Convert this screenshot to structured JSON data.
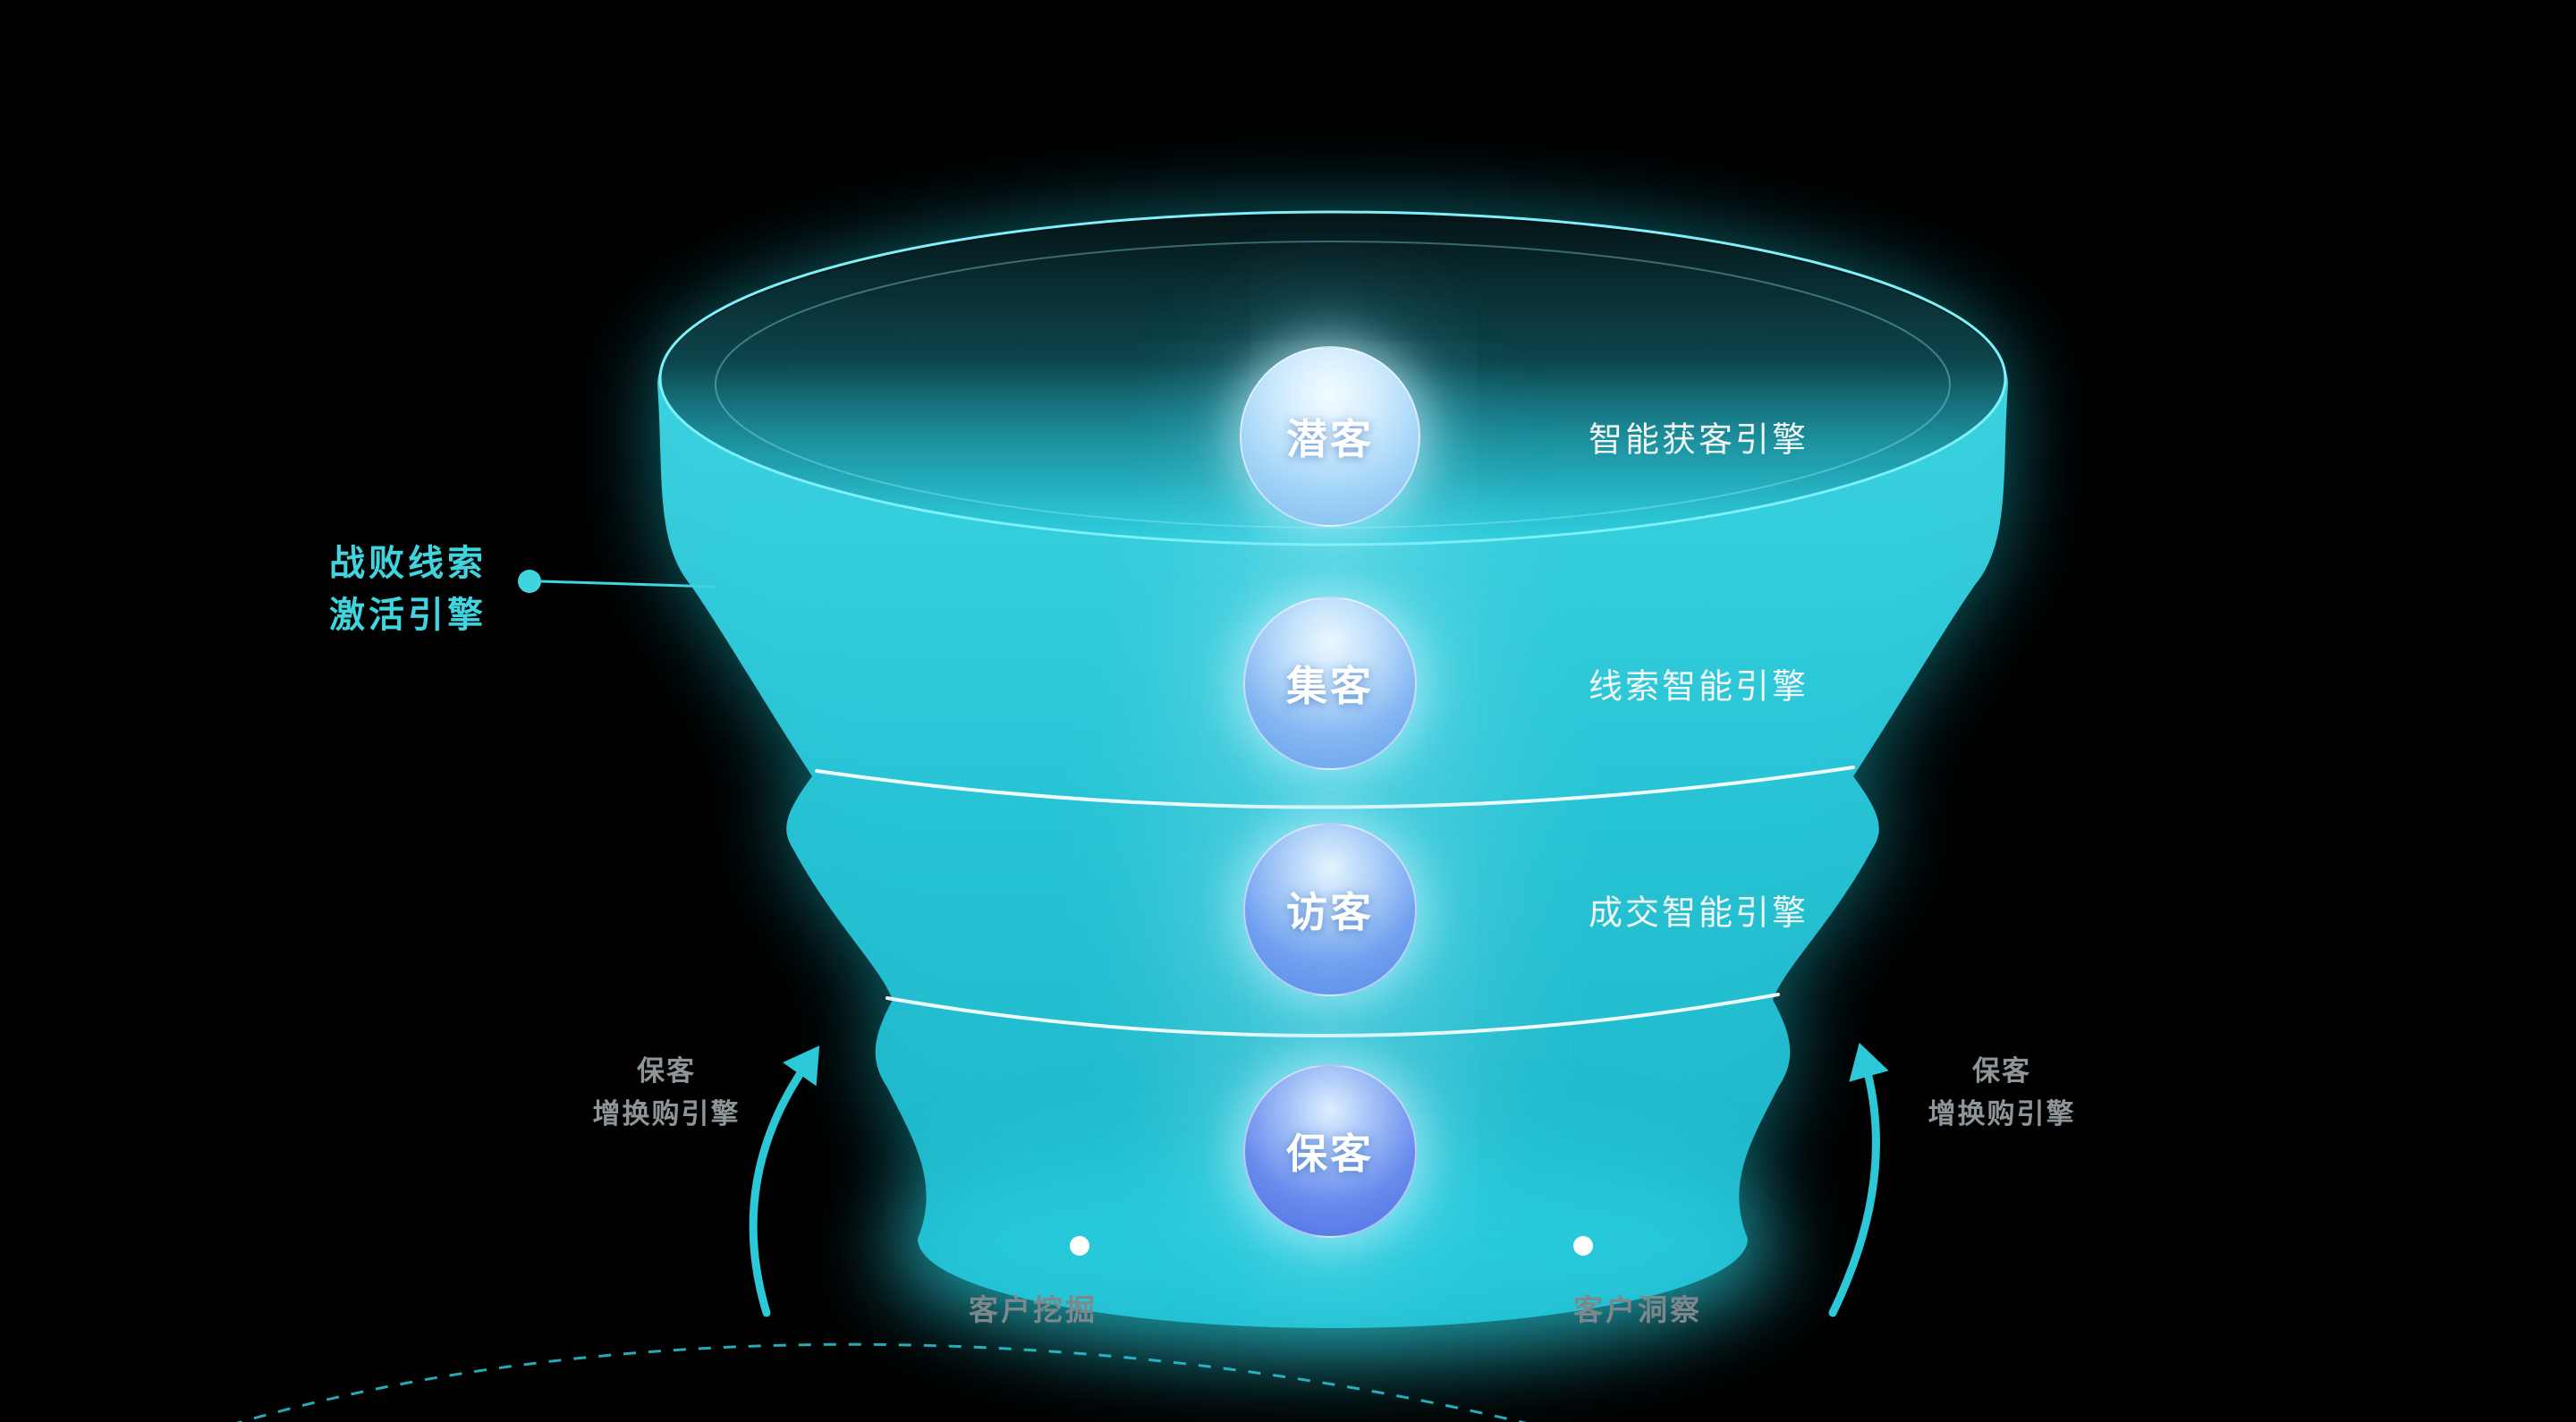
{
  "colors": {
    "background": "#000000",
    "funnel_cyan": "#2ac9da",
    "rim_stroke": "#7df0fa",
    "accent_text": "#3fd4de",
    "gray_text": "#8d9599",
    "white": "#ffffff"
  },
  "stages": [
    {
      "label": "潜客",
      "engine": "智能获客引擎"
    },
    {
      "label": "集客",
      "engine": "线索智能引擎"
    },
    {
      "label": "访客",
      "engine": "成交智能引擎"
    },
    {
      "label": "保客"
    }
  ],
  "callouts": {
    "lost_leads": {
      "line1": "战败线索",
      "line2": "激活引擎"
    },
    "retention_left": {
      "line1": "保客",
      "line2": "增换购引擎"
    },
    "retention_right": {
      "line1": "保客",
      "line2": "增换购引擎"
    },
    "bottom": {
      "mining": "客户挖掘",
      "insight": "客户洞察"
    }
  },
  "icons": {
    "connector_dot": "dot-icon",
    "up_arrows": "curved-up-arrow-icon",
    "bottom_dots": "dot-icon"
  }
}
